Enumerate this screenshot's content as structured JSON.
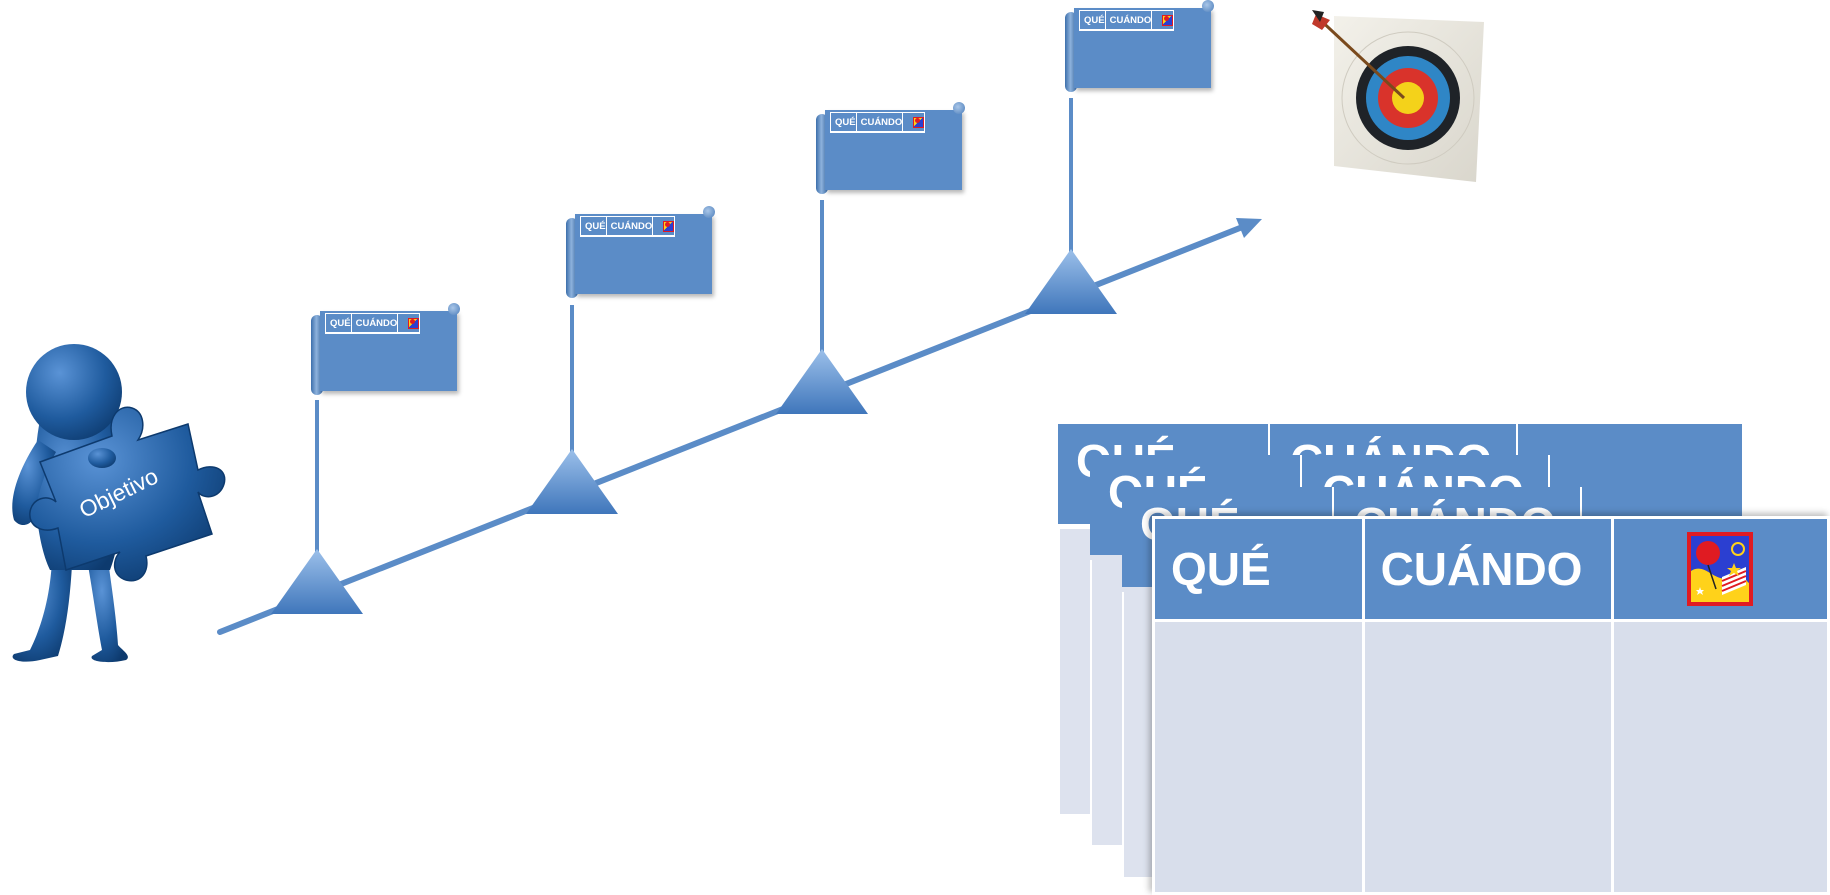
{
  "colors": {
    "accent": "#5b8cc7",
    "cell_fill": "#d8deeb",
    "figure": "#1f5b9e",
    "path": "#5b8cc7"
  },
  "figure": {
    "puzzle_text": "Objetivo"
  },
  "table": {
    "headers": [
      "QUÉ",
      "CUÁNDO"
    ],
    "icon": "celebration-stamp-icon"
  },
  "target": {
    "icon": "archery-target-icon"
  }
}
